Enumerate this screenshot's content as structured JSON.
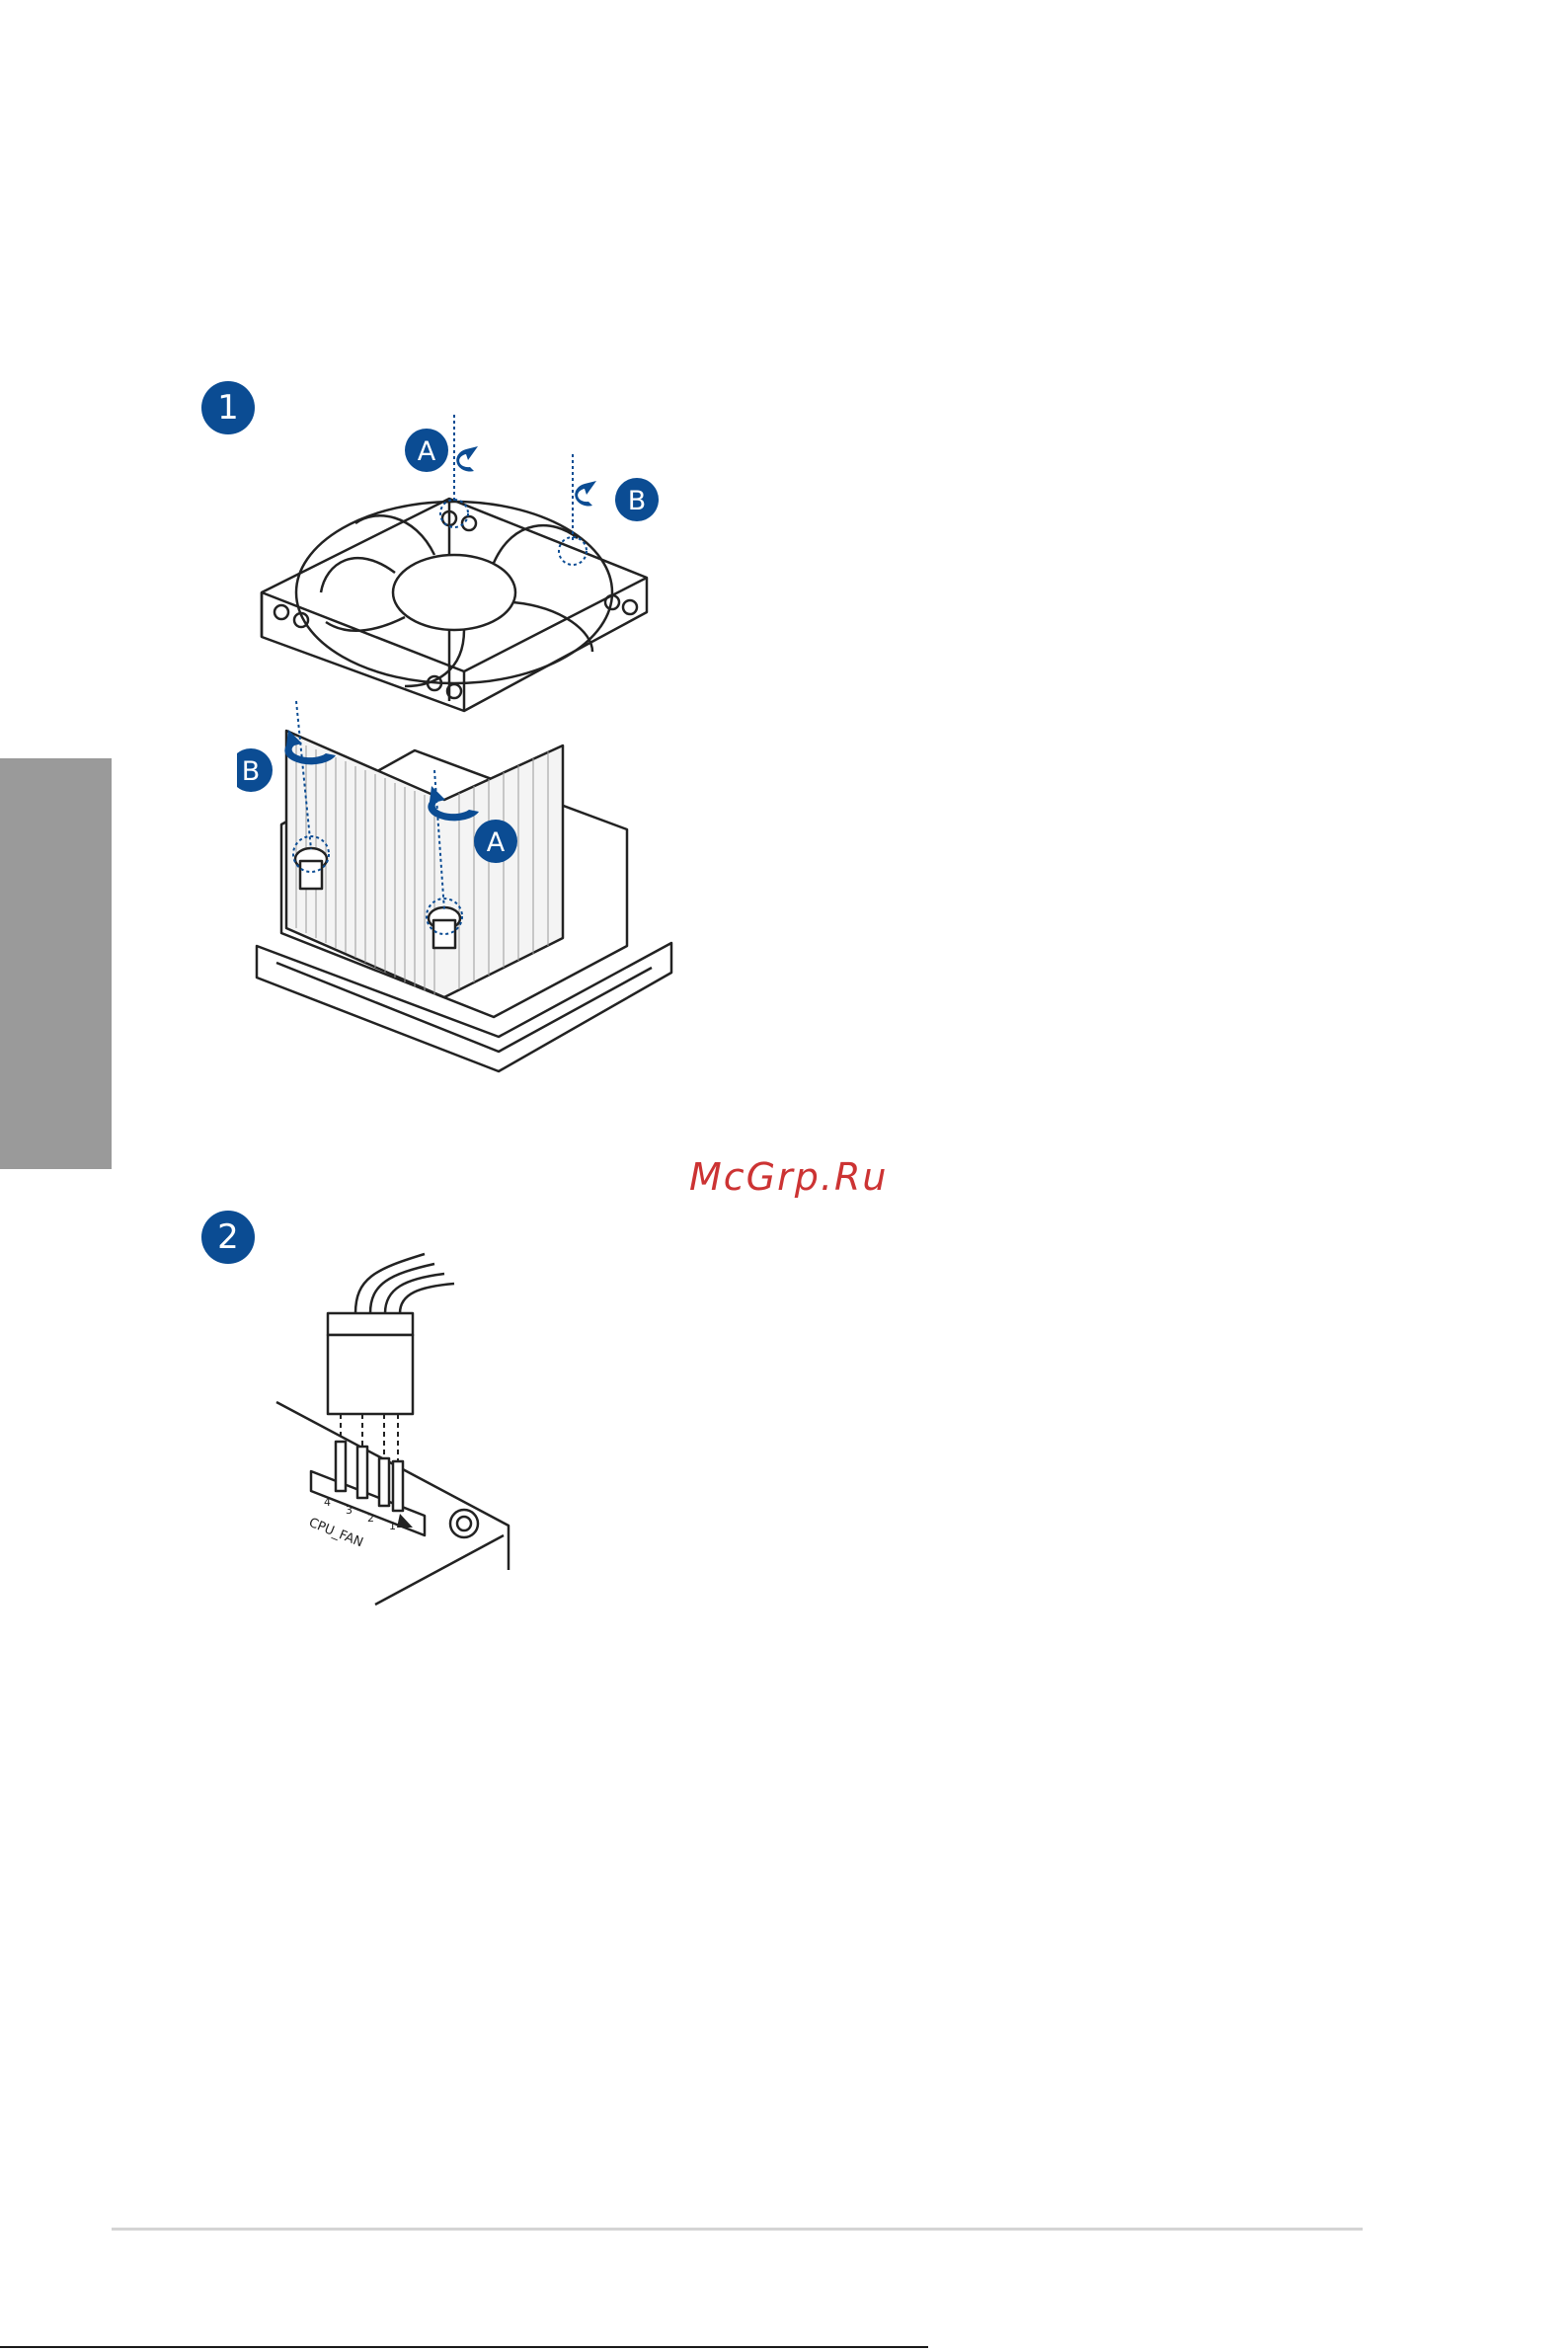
{
  "watermark": "McGrp.Ru",
  "steps": [
    {
      "number": "1"
    },
    {
      "number": "2"
    }
  ],
  "callouts": {
    "a": "A",
    "b": "B"
  },
  "connector": {
    "label": "CPU_FAN",
    "pins": [
      "4",
      "3",
      "2",
      "1"
    ]
  },
  "icons": {
    "step1": "cpu-cooler-install-illustration",
    "step2": "cpu-fan-connector-illustration"
  },
  "colors": {
    "accent": "#0b4c93",
    "side_tab": "#9a9a9a",
    "watermark": "#cc3333"
  }
}
